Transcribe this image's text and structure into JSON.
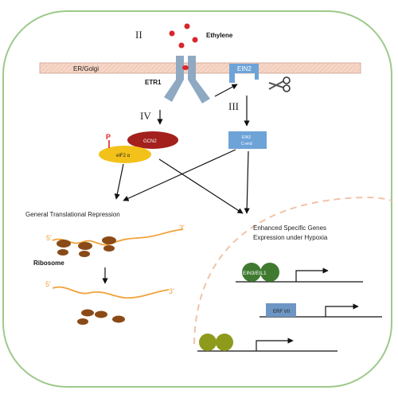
{
  "colors": {
    "cell_border": "#9dc98a",
    "membrane_fill": "#f6d6c6",
    "membrane_stroke": "#c9a090",
    "receptor": "#8fa9c3",
    "ein2": "#6ea3d8",
    "ethylene": "#d8262b",
    "gcn2": "#a3201c",
    "eif2": "#f3c21a",
    "phospho": "#e02424",
    "mrna": "#f0a23a",
    "ribosome": "#8a4a17",
    "nucleus_border": "#f2c3a8",
    "ein3": "#3f7a30",
    "erf": "#6e96c4",
    "olive": "#8e9a1b",
    "arrow": "#111111"
  },
  "labels": {
    "roman_ii": "II",
    "ethylene": "Ethylene",
    "er_golgi": "ER/Golgi",
    "etr1": "ETR1",
    "ein2": "EIN2",
    "roman_iii": "III",
    "roman_iv": "IV",
    "p": "P",
    "gcn2": "GCN2",
    "eif2a": "eIF2 α",
    "ein2_cend_line1": "EIN2",
    "ein2_cend_line2": "C-end",
    "general_repression": "General Translational Repression",
    "five_prime_top": "5'",
    "three_prime_top": "3'",
    "ribosome": "Ribosome",
    "five_prime_bottom": "5'",
    "three_prime_bottom": "3'",
    "enhanced_line1": "Enhanced Specific Genes",
    "enhanced_line2": "Expression under Hypoxia",
    "ein3_eil1": "EIN3/EIL1",
    "erf_vii": "ERF VII"
  }
}
